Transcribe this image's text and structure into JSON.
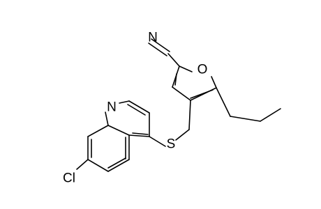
{
  "molecule": {
    "atoms": {
      "nitrile_n": "N",
      "furan_o": "O",
      "quinoline_n": "N",
      "sulfur": "S",
      "chlorine": "Cl"
    }
  }
}
